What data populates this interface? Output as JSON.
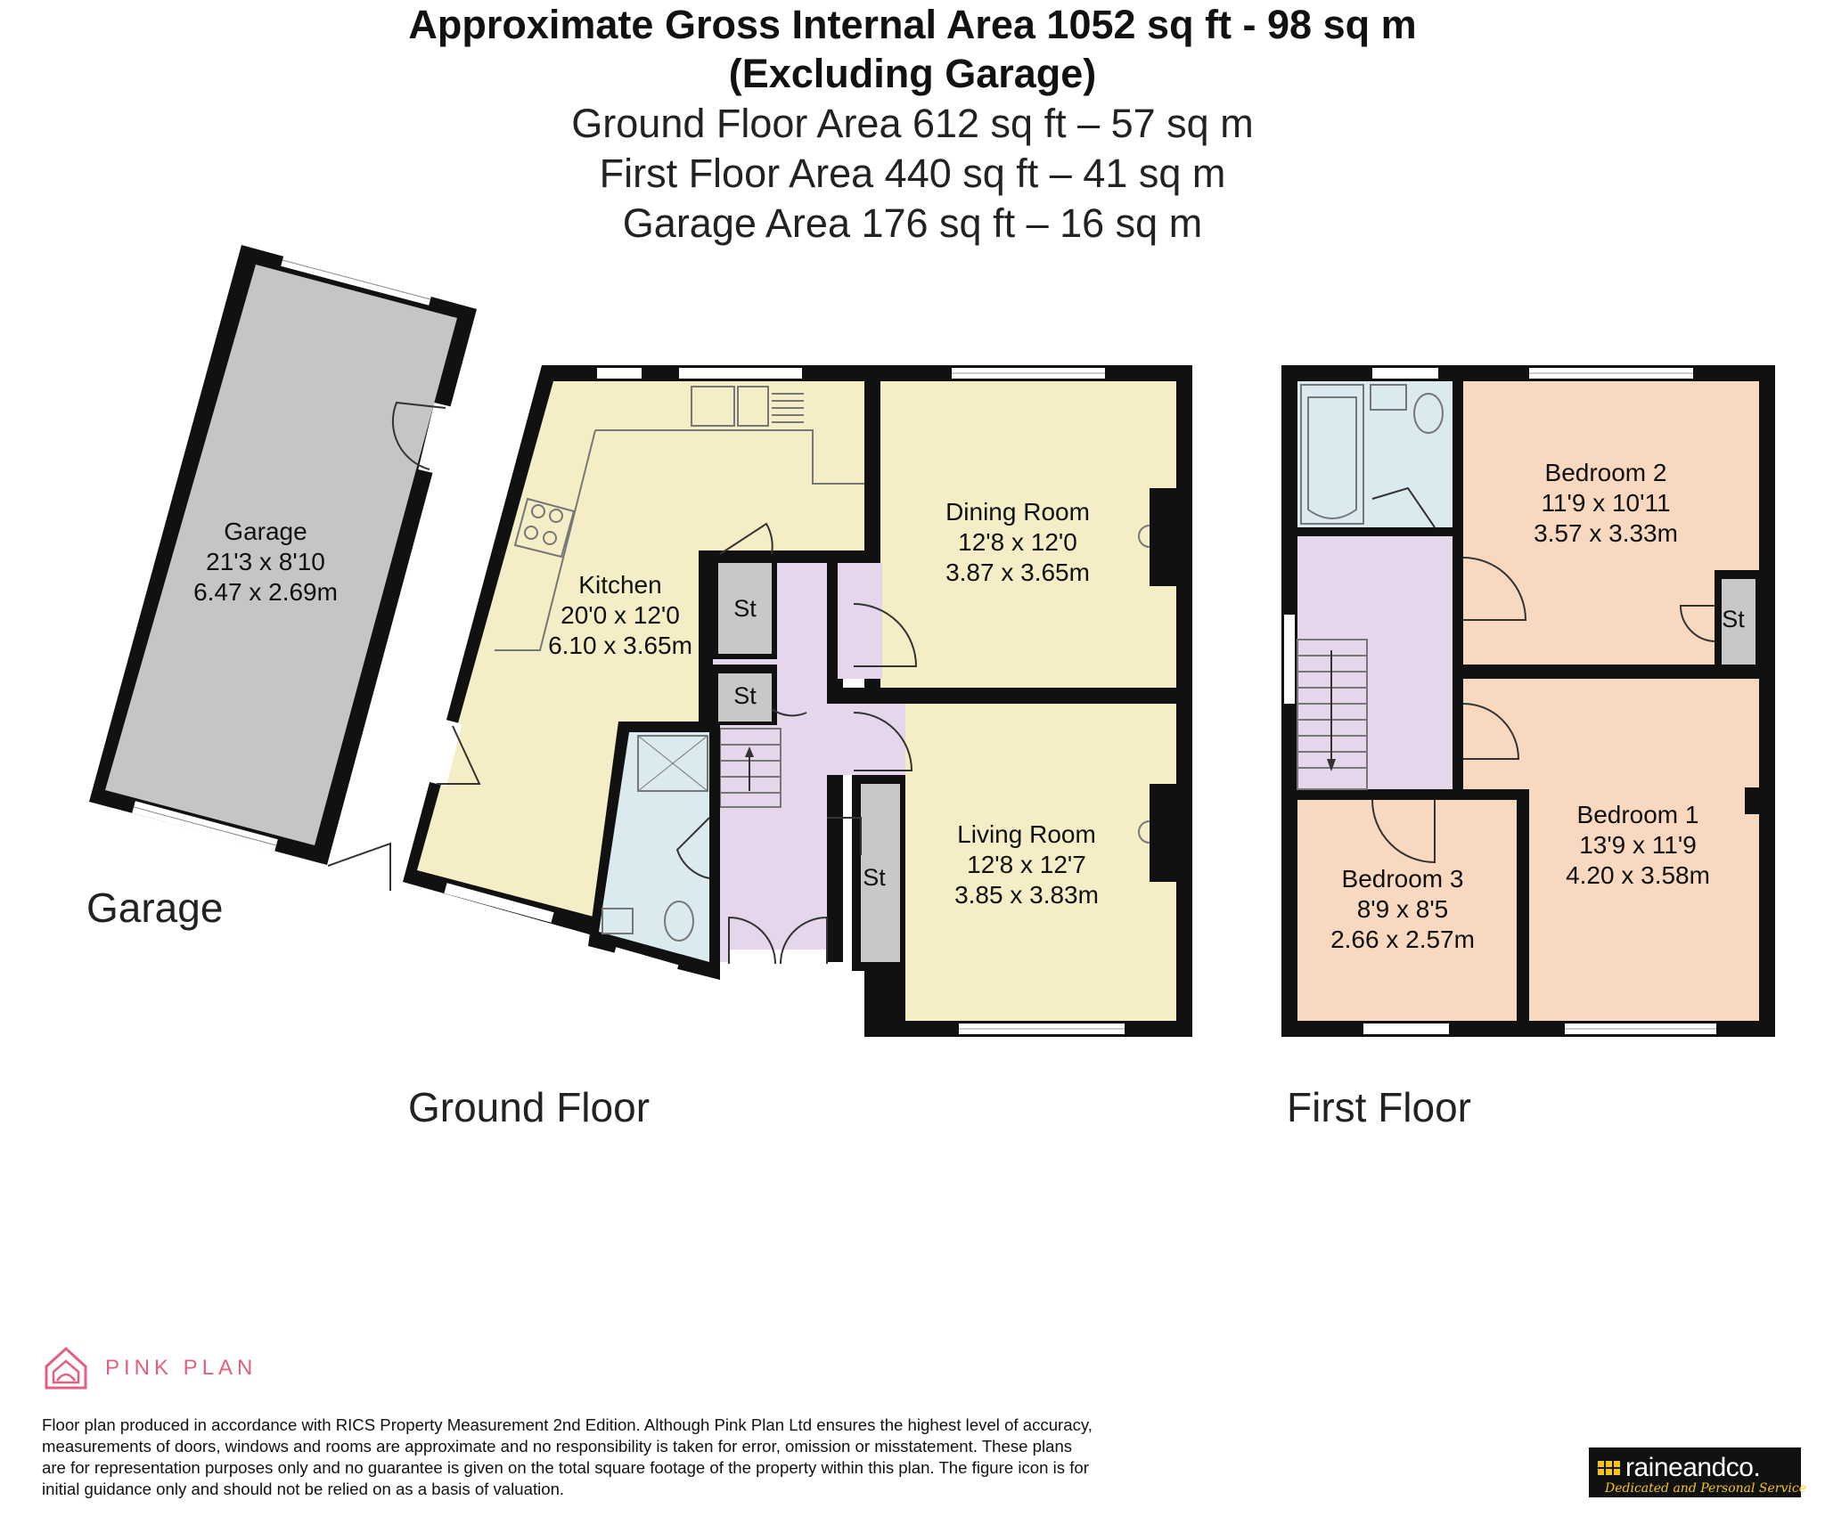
{
  "header": {
    "line1": "Approximate Gross Internal Area 1052 sq ft - 98 sq m",
    "line2": "(Excluding Garage)",
    "line3": "Ground Floor Area 612 sq ft – 57 sq m",
    "line4": "First Floor Area 440 sq ft – 41 sq m",
    "line5": "Garage Area 176 sq ft – 16 sq m"
  },
  "colors": {
    "wall": "#111111",
    "garage": "#c5c5c5",
    "kitchen_living": "#f4edc6",
    "hall": "#e5d6ec",
    "bathroom": "#dbeaee",
    "bedroom": "#f8d9c0",
    "store": "#c8c8c8"
  },
  "rooms": {
    "garage": {
      "name": "Garage",
      "imperial": "21'3 x 8'10",
      "metric": "6.47 x 2.69m"
    },
    "kitchen": {
      "name": "Kitchen",
      "imperial": "20'0 x 12'0",
      "metric": "6.10 x 3.65m"
    },
    "dining": {
      "name": "Dining Room",
      "imperial": "12'8 x 12'0",
      "metric": "3.87 x 3.65m"
    },
    "living": {
      "name": "Living Room",
      "imperial": "12'8 x 12'7",
      "metric": "3.85 x 3.83m"
    },
    "bedroom2": {
      "name": "Bedroom 2",
      "imperial": "11'9 x 10'11",
      "metric": "3.57 x 3.33m"
    },
    "bedroom1": {
      "name": "Bedroom 1",
      "imperial": "13'9 x 11'9",
      "metric": "4.20 x 3.58m"
    },
    "bedroom3": {
      "name": "Bedroom 3",
      "imperial": "8'9 x 8'5",
      "metric": "2.66 x 2.57m"
    },
    "store": "St"
  },
  "labels": {
    "garage": "Garage",
    "ground_floor": "Ground Floor",
    "first_floor": "First Floor"
  },
  "footer": {
    "brand": "PINK PLAN",
    "disclaimer": "Floor plan produced in accordance with RICS Property Measurement 2nd Edition. Although Pink Plan Ltd ensures the highest level of accuracy, measurements of doors, windows and rooms are approximate and no responsibility is taken for error, omission or misstatement. These plans are for representation purposes only and no guarantee is given on the total square footage of the property within this plan. The figure icon is for initial guidance only and should not be relied on as a basis of valuation.",
    "agent_name": "raineandco.",
    "agent_tagline": "Dedicated and Personal Service"
  }
}
